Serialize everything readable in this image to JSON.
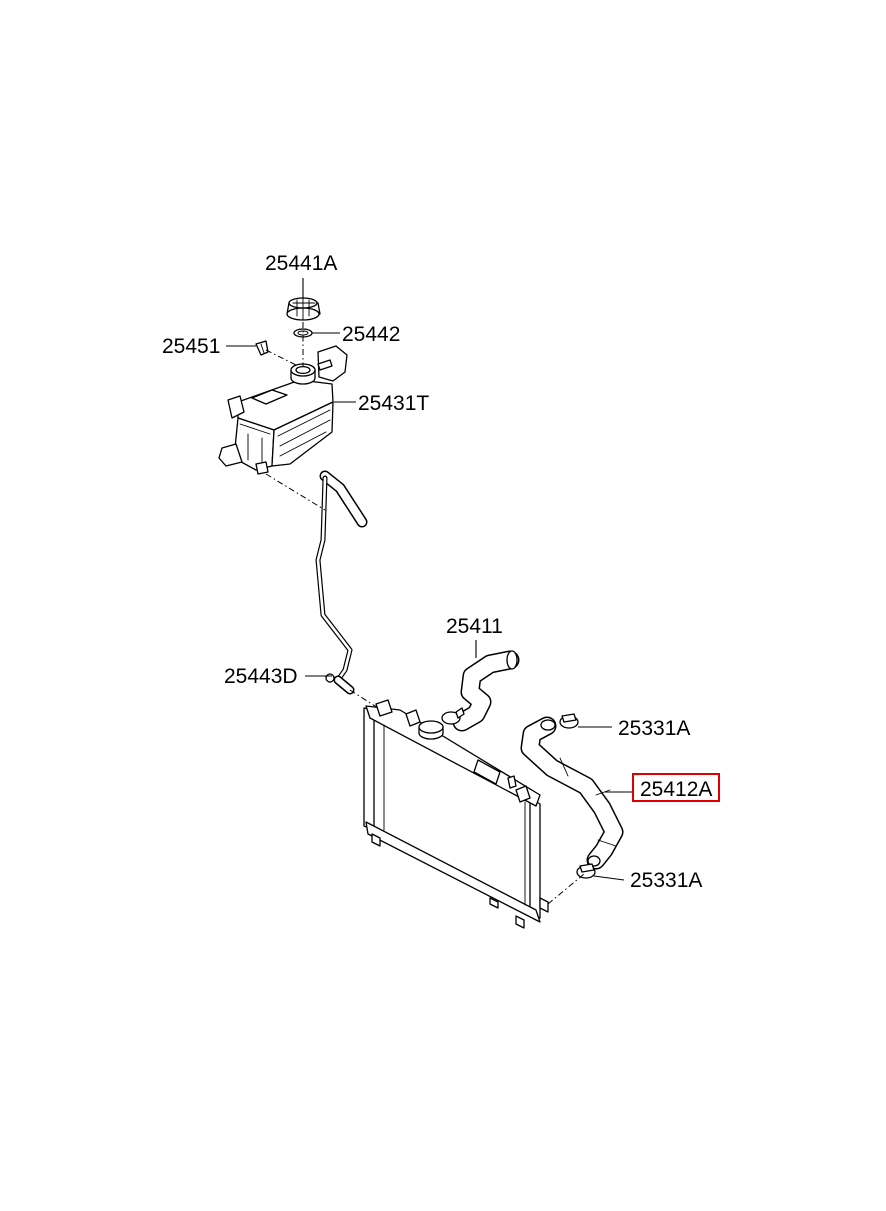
{
  "diagram": {
    "labels": {
      "cap": "25441A",
      "gasket": "25442",
      "overflow_hose": "25451",
      "reservoir": "25431T",
      "reservoir_hose": "25443D",
      "upper_hose": "25411",
      "clamp_upper": "25331A",
      "lower_hose": "25412A",
      "clamp_lower": "25331A"
    },
    "highlighted_part": "25412A",
    "highlight_color": "#e00000"
  }
}
